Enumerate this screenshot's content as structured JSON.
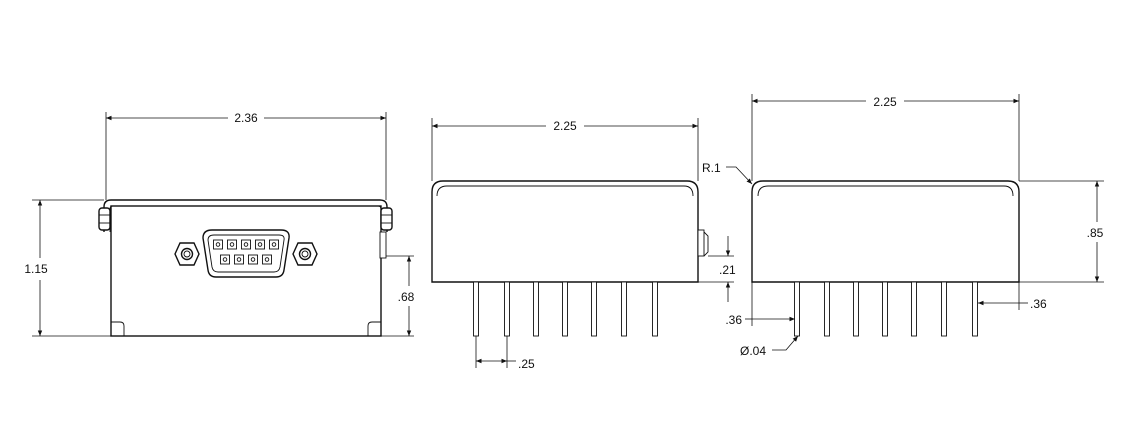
{
  "dimensions": {
    "front_width": "2.36",
    "front_height": "1.15",
    "front_pin_height": ".68",
    "side_width": "2.25",
    "side_offset": ".21",
    "pin_pitch": ".25",
    "rear_width": "2.25",
    "corner_radius": "R.1",
    "rear_height": ".85",
    "pin_inset_left": ".36",
    "pin_inset_right": ".36",
    "pin_diameter": "Ø.04"
  }
}
